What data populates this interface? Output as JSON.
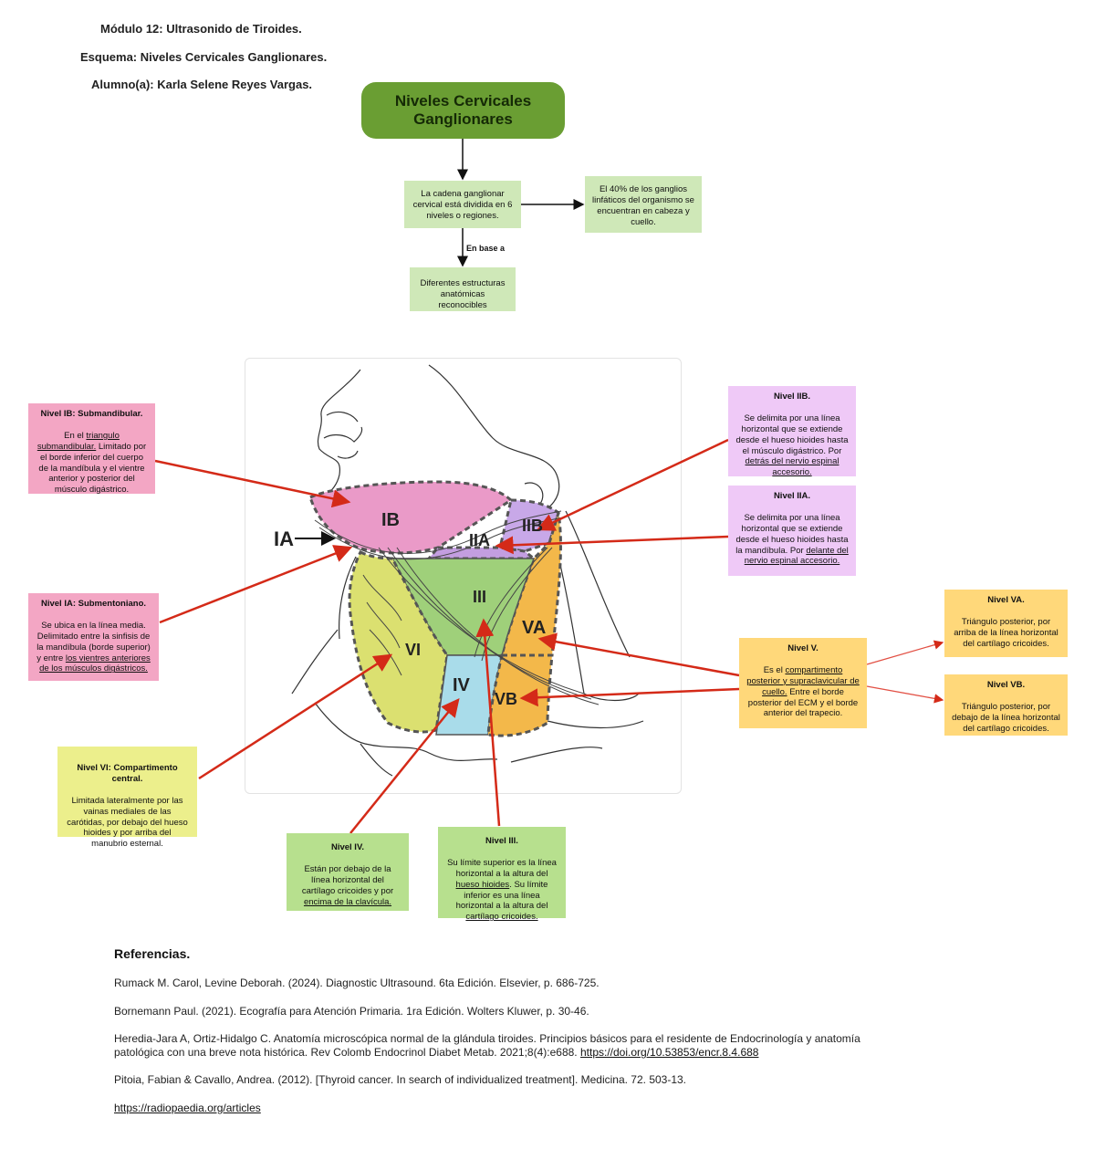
{
  "header": {
    "line1": "Módulo 12: Ultrasonido de Tiroides.",
    "line2": "Esquema: Niveles Cervicales Ganglionares.",
    "line3": "Alumno(a): Karla Selene Reyes Vargas."
  },
  "main_title": "Niveles Cervicales Ganglionares",
  "flow": {
    "box_cadena": "La cadena ganglionar cervical está dividida en 6 niveles o regiones.",
    "box_40": "El 40% de los ganglios linfáticos del organismo se encuentran en cabeza y cuello.",
    "edge_label": "En base a",
    "box_estructuras": "Diferentes estructuras anatómicas reconocibles"
  },
  "figure_labels": {
    "ia": "IA",
    "ib": "IB",
    "iia": "IIA",
    "iib": "IIB",
    "iii": "III",
    "iv": "IV",
    "va": "VA",
    "vb": "VB",
    "vi": "VI"
  },
  "notes": {
    "ib": {
      "title": "Nivel IB: Submandibular.",
      "t1": "En el ",
      "u1": "triangulo submandibular.",
      "t2": " Limitado por el borde inferior del cuerpo de la mandíbula y el vientre anterior y posterior del músculo digástrico."
    },
    "ia": {
      "title": "Nivel IA: Submentoniano.",
      "t1": "Se ubica en la línea media. Delimitado entre la sinfisis de la mandíbula (borde superior) y entre ",
      "u1": "los vientres anteriores de los músculos digástricos."
    },
    "iib": {
      "title": "Nivel IIB.",
      "t1": "Se delimita por una línea horizontal que se extiende desde el hueso hioides hasta el músculo digástrico. Por ",
      "u1": "detrás del nervio espinal accesorio."
    },
    "iia": {
      "title": "Nivel IIA.",
      "t1": "Se delimita por una línea horizontal que se extiende desde el hueso hioides hasta la mandíbula. Por ",
      "u1": "delante del nervio espinal accesorio."
    },
    "va": {
      "title": "Nivel VA.",
      "t1": "Triángulo posterior, por arriba de la línea horizontal del cartílago cricoides."
    },
    "v": {
      "title": "Nivel V.",
      "t1": "Es el ",
      "u1": "compartimento posterior y supraclavicular de cuello.",
      "t2": " Entre el borde posterior del ECM y el borde anterior del trapecio."
    },
    "vb": {
      "title": "Nivel VB.",
      "t1": "Triángulo posterior, por debajo de la línea horizontal del cartílago cricoides."
    },
    "vi": {
      "title": "Nivel VI: Compartimento central.",
      "t1": "Limitada lateralmente por las vainas mediales de las carótidas, por debajo del hueso hioides y por arriba del manubrio esternal."
    },
    "iv": {
      "title": "Nivel IV.",
      "t1": "Están por debajo de la línea horizontal del cartílago cricoides y por ",
      "u1": "encima de la clavícula."
    },
    "iii": {
      "title": "Nivel III.",
      "t1": "Su límite superior es la línea horizontal a la altura del ",
      "u1": "hueso hioides",
      "t2": ". Su límite inferior es una línea horizontal a la altura del ",
      "u2": "cartílago cricoides."
    }
  },
  "references": {
    "title": "Referencias.",
    "r1": "Rumack M. Carol, Levine Deborah. (2024). Diagnostic Ultrasound. 6ta Edición. Elsevier, p. 686-725.",
    "r2": "Bornemann Paul. (2021). Ecografía para Atención Primaria. 1ra Edición. Wolters Kluwer, p. 30-46.",
    "r3a": "Heredia-Jara A, Ortiz-Hidalgo C. Anatomía microscópica normal de la glándula tiroides. Principios básicos para el residente de Endocrinología y anatomía",
    "r3b": "patológica con una breve nota histórica. Rev Colomb Endocrinol Diabet Metab. 2021;8(4):e688. ",
    "r3link": "https://doi.org/10.53853/encr.8.4.688",
    "r4": "Pitoia, Fabian & Cavallo, Andrea. (2012). [Thyroid cancer. In search of individualized treatment]. Medicina. 72. 503-13.",
    "r5": "https://radiopaedia.org/articles"
  },
  "colors": {
    "title_green": "#6a9e33",
    "light_green": "#cfe8b8",
    "pink": "#f3a6c4",
    "purple": "#efc9f7",
    "yellow": "#ffd87a",
    "lime": "#ecef8c",
    "green_note": "#b7e08e",
    "arrow_red": "#d42a18"
  }
}
